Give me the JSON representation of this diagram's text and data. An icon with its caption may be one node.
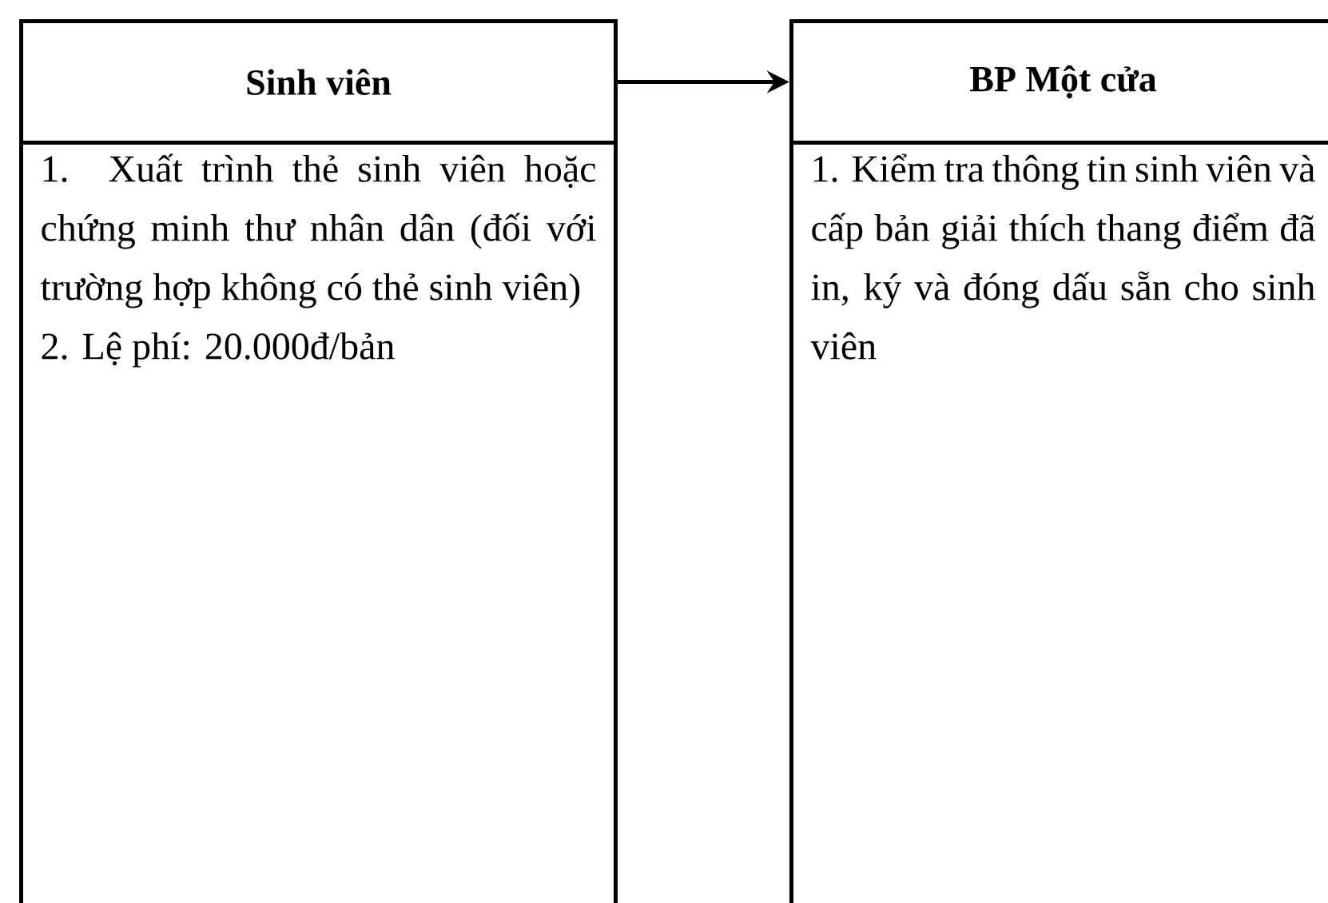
{
  "diagram": {
    "nodes": [
      {
        "text": [
          "Sinh viên"
        ]
      },
      {
        "text": [
          "1. Xuất trình thẻ sinh viên hoặc chứng minh thư nhân dân (đối với trường hợp không có thẻ sinh viên)",
          "2. Lệ phí: 20.000đ/bản"
        ]
      },
      {
        "text": [
          "BP Một cửa"
        ]
      },
      {
        "text": [
          "1. Kiểm tra thông tin sinh viên và cấp bản giải thích thang điểm đã in, ký và đóng dấu sẵn cho sinh viên"
        ]
      }
    ],
    "edges": [
      {
        "from": 0,
        "to": 2,
        "arrow": "to"
      }
    ]
  }
}
